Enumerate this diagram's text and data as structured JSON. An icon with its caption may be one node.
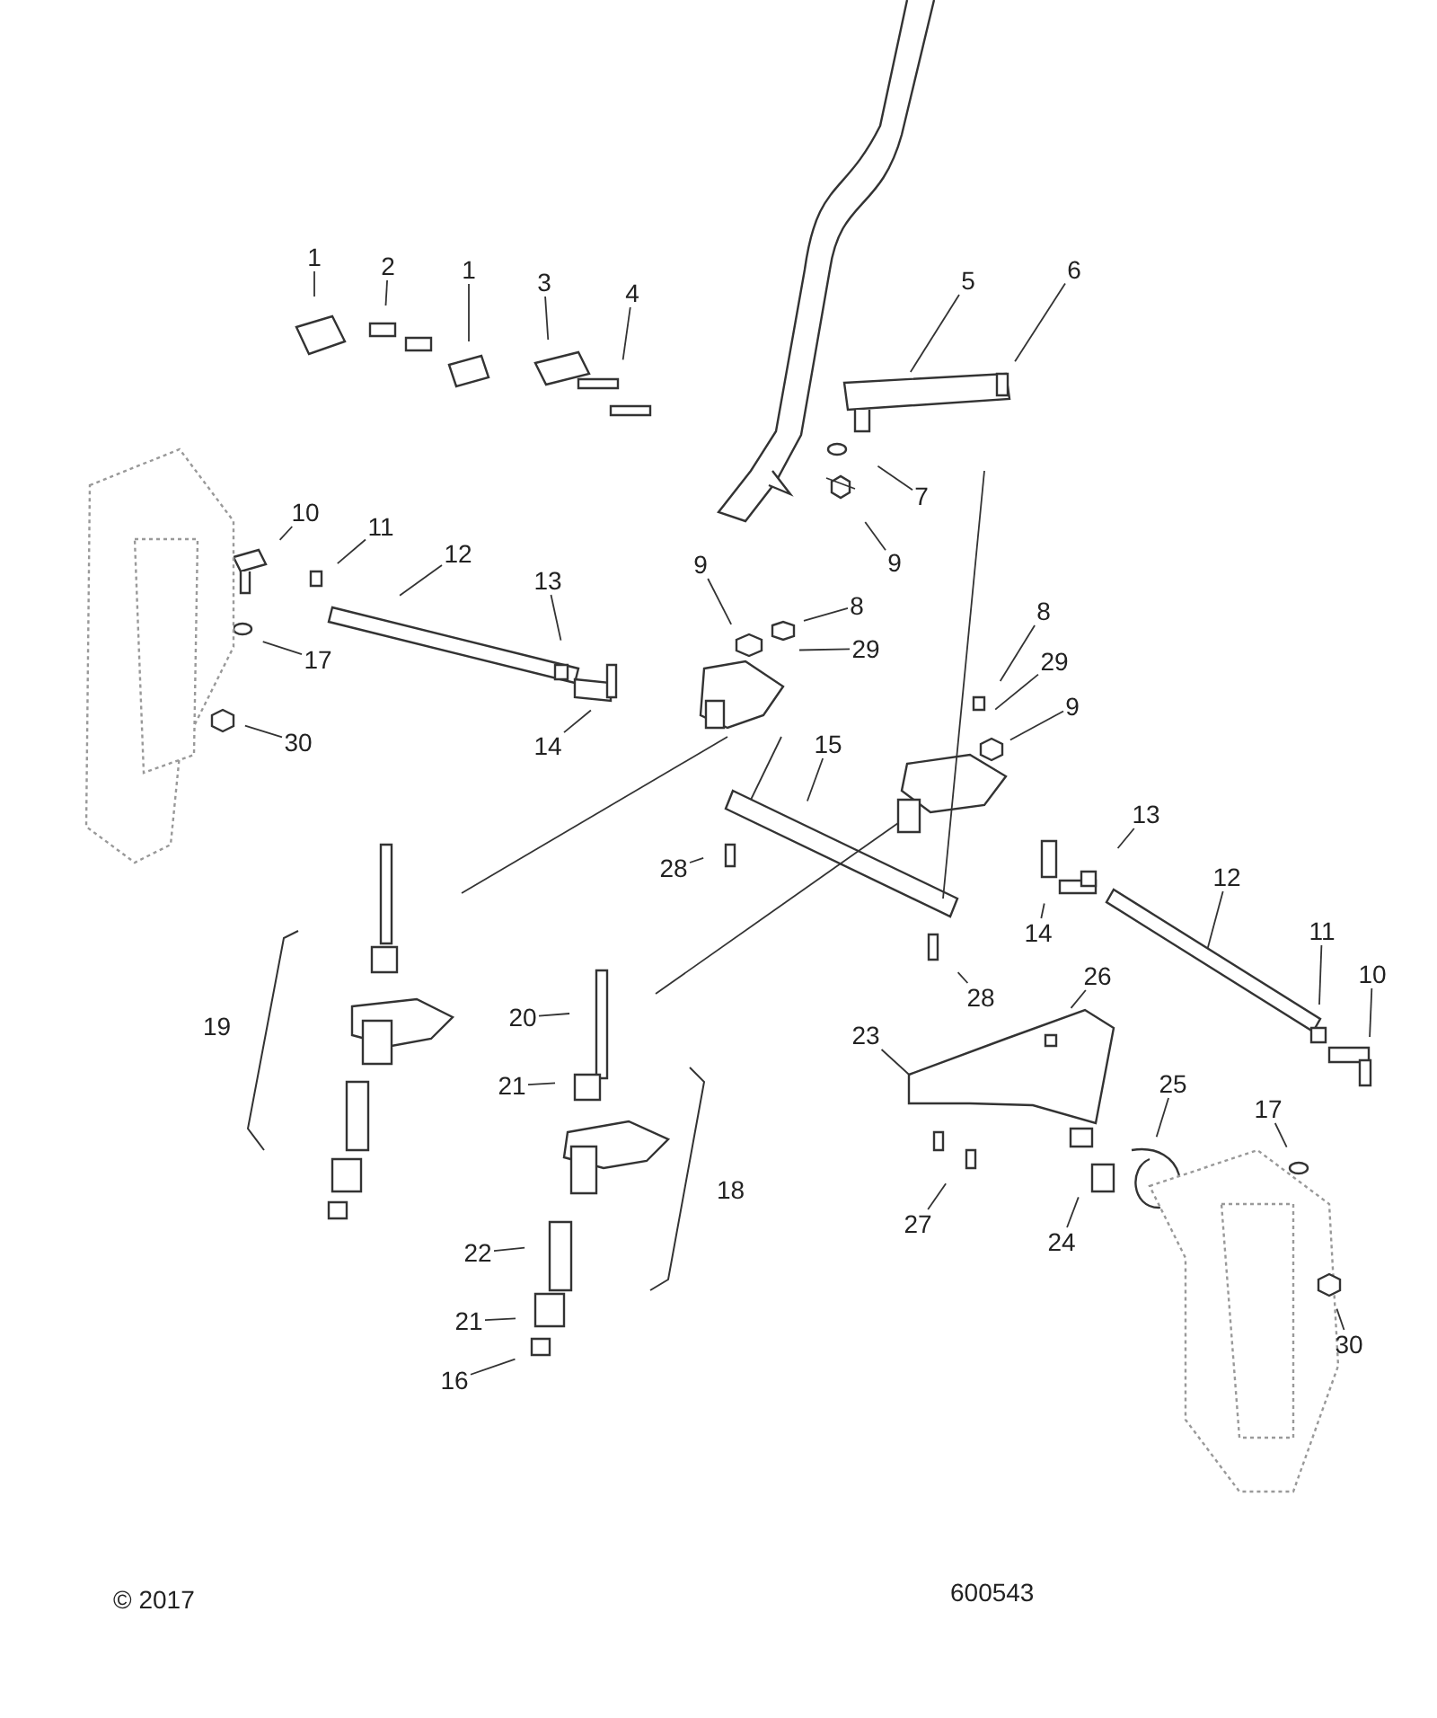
{
  "diagram": {
    "nodes": [
      {
        "text": [
          "1"
        ]
      },
      {
        "text": [
          "2"
        ]
      },
      {
        "text": [
          "1"
        ]
      },
      {
        "text": [
          "3"
        ]
      },
      {
        "text": [
          "4"
        ]
      },
      {
        "text": [
          "5"
        ]
      },
      {
        "text": [
          "6"
        ]
      },
      {
        "text": [
          "7"
        ]
      },
      {
        "text": [
          "9"
        ]
      },
      {
        "text": [
          "10"
        ]
      },
      {
        "text": [
          "11"
        ]
      },
      {
        "text": [
          "12"
        ]
      },
      {
        "text": [
          "13"
        ]
      },
      {
        "text": [
          "17"
        ]
      },
      {
        "text": [
          "9"
        ]
      },
      {
        "text": [
          "8"
        ]
      },
      {
        "text": [
          "29"
        ]
      },
      {
        "text": [
          "8"
        ]
      },
      {
        "text": [
          "29"
        ]
      },
      {
        "text": [
          "9"
        ]
      },
      {
        "text": [
          "14"
        ]
      },
      {
        "text": [
          "30"
        ]
      },
      {
        "text": [
          "15"
        ]
      },
      {
        "text": [
          "28"
        ]
      },
      {
        "text": [
          "13"
        ]
      },
      {
        "text": [
          "14"
        ]
      },
      {
        "text": [
          "12"
        ]
      },
      {
        "text": [
          "11"
        ]
      },
      {
        "text": [
          "10"
        ]
      },
      {
        "text": [
          "28"
        ]
      },
      {
        "text": [
          "26"
        ]
      },
      {
        "text": [
          "20"
        ]
      },
      {
        "text": [
          "23"
        ]
      },
      {
        "text": [
          "21"
        ]
      },
      {
        "text": [
          "25"
        ]
      },
      {
        "text": [
          "17"
        ]
      },
      {
        "text": [
          "27"
        ]
      },
      {
        "text": [
          "24"
        ]
      },
      {
        "text": [
          "22"
        ]
      },
      {
        "text": [
          "21"
        ]
      },
      {
        "text": [
          "16"
        ]
      },
      {
        "text": [
          "30"
        ]
      }
    ],
    "edges": [
      {
        "from": 0,
        "to": null,
        "arrow": "none"
      },
      {
        "from": 1,
        "to": null,
        "arrow": "none"
      },
      {
        "from": 2,
        "to": null,
        "arrow": "none"
      },
      {
        "from": 3,
        "to": null,
        "arrow": "none"
      },
      {
        "from": 4,
        "to": null,
        "arrow": "none"
      },
      {
        "from": 5,
        "to": null,
        "arrow": "none"
      },
      {
        "from": 6,
        "to": null,
        "arrow": "none"
      },
      {
        "from": 7,
        "to": null,
        "arrow": "none"
      },
      {
        "from": 8,
        "to": null,
        "arrow": "none"
      },
      {
        "from": 9,
        "to": null,
        "arrow": "none"
      },
      {
        "from": 10,
        "to": null,
        "arrow": "none"
      },
      {
        "from": 11,
        "to": null,
        "arrow": "none"
      },
      {
        "from": 12,
        "to": null,
        "arrow": "none"
      },
      {
        "from": 13,
        "to": null,
        "arrow": "none"
      },
      {
        "from": 14,
        "to": null,
        "arrow": "none"
      },
      {
        "from": 15,
        "to": null,
        "arrow": "none"
      },
      {
        "from": 16,
        "to": null,
        "arrow": "none"
      },
      {
        "from": 17,
        "to": null,
        "arrow": "none"
      },
      {
        "from": 18,
        "to": null,
        "arrow": "none"
      },
      {
        "from": 19,
        "to": null,
        "arrow": "none"
      },
      {
        "from": 20,
        "to": null,
        "arrow": "none"
      },
      {
        "from": 21,
        "to": null,
        "arrow": "none"
      },
      {
        "from": 22,
        "to": null,
        "arrow": "none"
      },
      {
        "from": 23,
        "to": null,
        "arrow": "none"
      },
      {
        "from": 24,
        "to": null,
        "arrow": "none"
      },
      {
        "from": 25,
        "to": null,
        "arrow": "none"
      },
      {
        "from": 26,
        "to": null,
        "arrow": "none"
      },
      {
        "from": 27,
        "to": null,
        "arrow": "none"
      },
      {
        "from": 28,
        "to": null,
        "arrow": "none"
      },
      {
        "from": 29,
        "to": null,
        "arrow": "none"
      },
      {
        "from": 30,
        "to": null,
        "arrow": "none"
      },
      {
        "from": 31,
        "to": null,
        "arrow": "none"
      },
      {
        "from": 32,
        "to": null,
        "arrow": "none"
      },
      {
        "from": 33,
        "to": null,
        "arrow": "none"
      },
      {
        "from": 34,
        "to": null,
        "arrow": "none"
      },
      {
        "from": 35,
        "to": null,
        "arrow": "none"
      },
      {
        "from": 36,
        "to": null,
        "arrow": "none"
      },
      {
        "from": 37,
        "to": null,
        "arrow": "none"
      },
      {
        "from": 38,
        "to": null,
        "arrow": "none"
      },
      {
        "from": 39,
        "to": null,
        "arrow": "none"
      },
      {
        "from": 40,
        "to": null,
        "arrow": "none"
      },
      {
        "from": 41,
        "to": null,
        "arrow": "none"
      }
    ],
    "labels": [
      "19",
      "18",
      "© 2017",
      "600543"
    ]
  }
}
